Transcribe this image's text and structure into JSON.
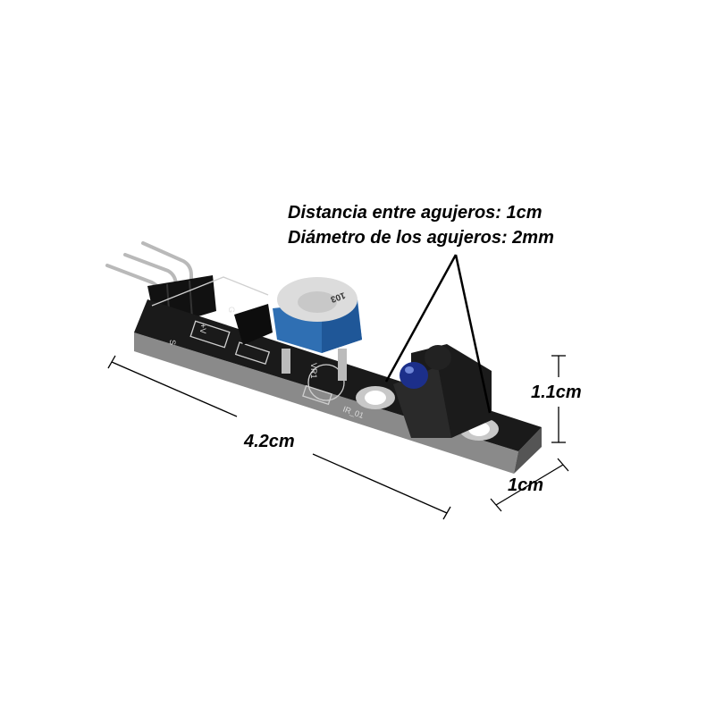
{
  "annotations": {
    "hole_spacing": "Distancia entre agujeros: 1cm",
    "hole_diameter": "Diámetro de los agujeros: 2mm",
    "length": "4.2cm",
    "height": "1.1cm",
    "width": "1cm"
  },
  "colors": {
    "pcb": "#1a1a1a",
    "potentiometer": "#2f6fb3",
    "ir_led": "#1c2f8a"
  },
  "board_silkscreen": [
    "S",
    "+V",
    "G",
    "103",
    "VR1",
    "IR_01"
  ]
}
